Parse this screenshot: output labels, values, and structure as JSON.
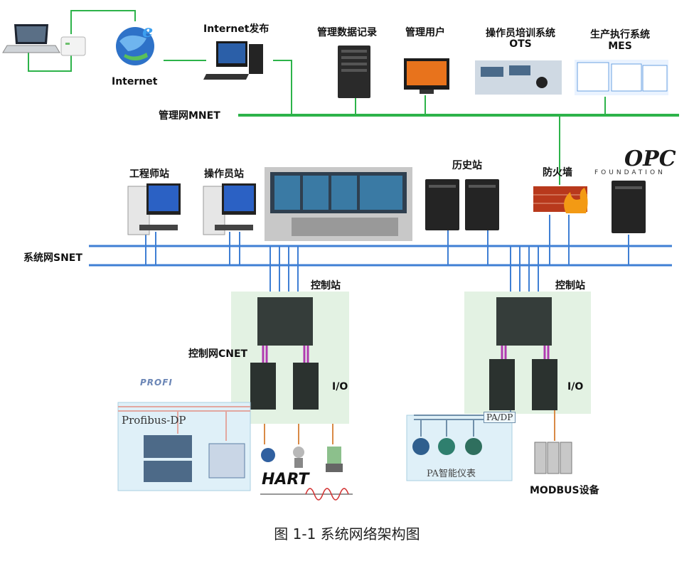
{
  "diagram": {
    "top_left": {
      "internet": "Internet"
    },
    "mnet": {
      "net_label": "管理网MNET",
      "nodes": {
        "internet_publish": "Internet发布",
        "mgmt_data_record": "管理数据记录",
        "mgmt_user": "管理用户",
        "ots_line1": "操作员培训系统",
        "ots_line2": "OTS",
        "mes_line1": "生产执行系统",
        "mes_line2": "MES"
      }
    },
    "snet": {
      "net_label": "系统网SNET",
      "nodes": {
        "engineer_station": "工程师站",
        "operator_station": "操作员站",
        "history_station": "历史站",
        "firewall": "防火墙",
        "opc_logo": "OPC",
        "opc_foundation": "FOUNDATION"
      }
    },
    "control": {
      "station_left": "控制站",
      "station_right": "控制站",
      "cnet_label": "控制网CNET",
      "io_left": "I/O",
      "io_right": "I/O"
    },
    "field": {
      "profi_logo": "PROFI",
      "profibus": "Profibus-DP",
      "hart": "HART",
      "pa_dp": "PA/DP",
      "pa_instruments": "PA智能仪表",
      "modbus": "MODBUS设备"
    }
  },
  "caption": "图 1-1 系统网络架构图",
  "colors": {
    "mnet": "#2db34a",
    "snet": "#3f7fd4",
    "cnet": "#b03ab0",
    "box_bg": "#e3f2e3",
    "field_bg": "#dff0f8"
  }
}
